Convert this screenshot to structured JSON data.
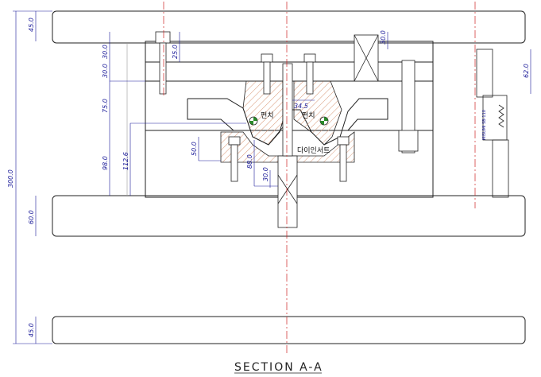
{
  "title": "SECTION A-A",
  "colors": {
    "outline": "#222222",
    "dimension": "#1a1a99",
    "centerline": "#cc2222",
    "hatch": "#d99a7a"
  },
  "dimensions": {
    "d1": "45.0",
    "d2": "30.0",
    "d3": "25.0",
    "d4": "30.0",
    "d5": "75.0",
    "d6": "98.0",
    "d7": "112.6",
    "d8": "50.0",
    "d9": "88.0",
    "d10": "30.0",
    "d11": "34.5",
    "d12": "30.0",
    "d13": "62.0",
    "d14": "300.0",
    "d15": "60.0",
    "d16": "45.0"
  },
  "labels": {
    "punch_left": "펀치",
    "punch_right": "펀치",
    "die_insert": "다이인서트",
    "side_part": "MISUMI SB-110"
  }
}
